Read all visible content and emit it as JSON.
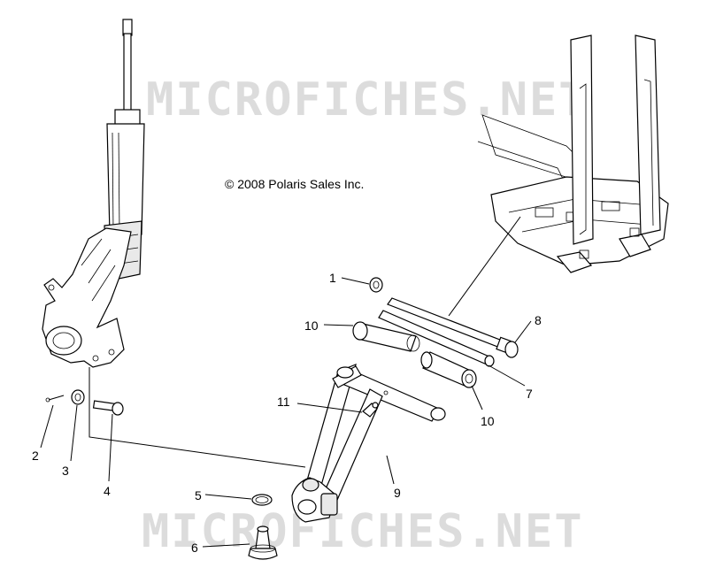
{
  "watermark_top": "MICROFICHES.NET",
  "watermark_bottom": "MICROFICHES.NET",
  "copyright": "© 2008 Polaris Sales Inc.",
  "callouts": {
    "c1": "1",
    "c2": "2",
    "c3": "3",
    "c4": "4",
    "c5": "5",
    "c6": "6",
    "c7": "7",
    "c8": "8",
    "c9": "9",
    "c10a": "10",
    "c10b": "10",
    "c11": "11"
  }
}
